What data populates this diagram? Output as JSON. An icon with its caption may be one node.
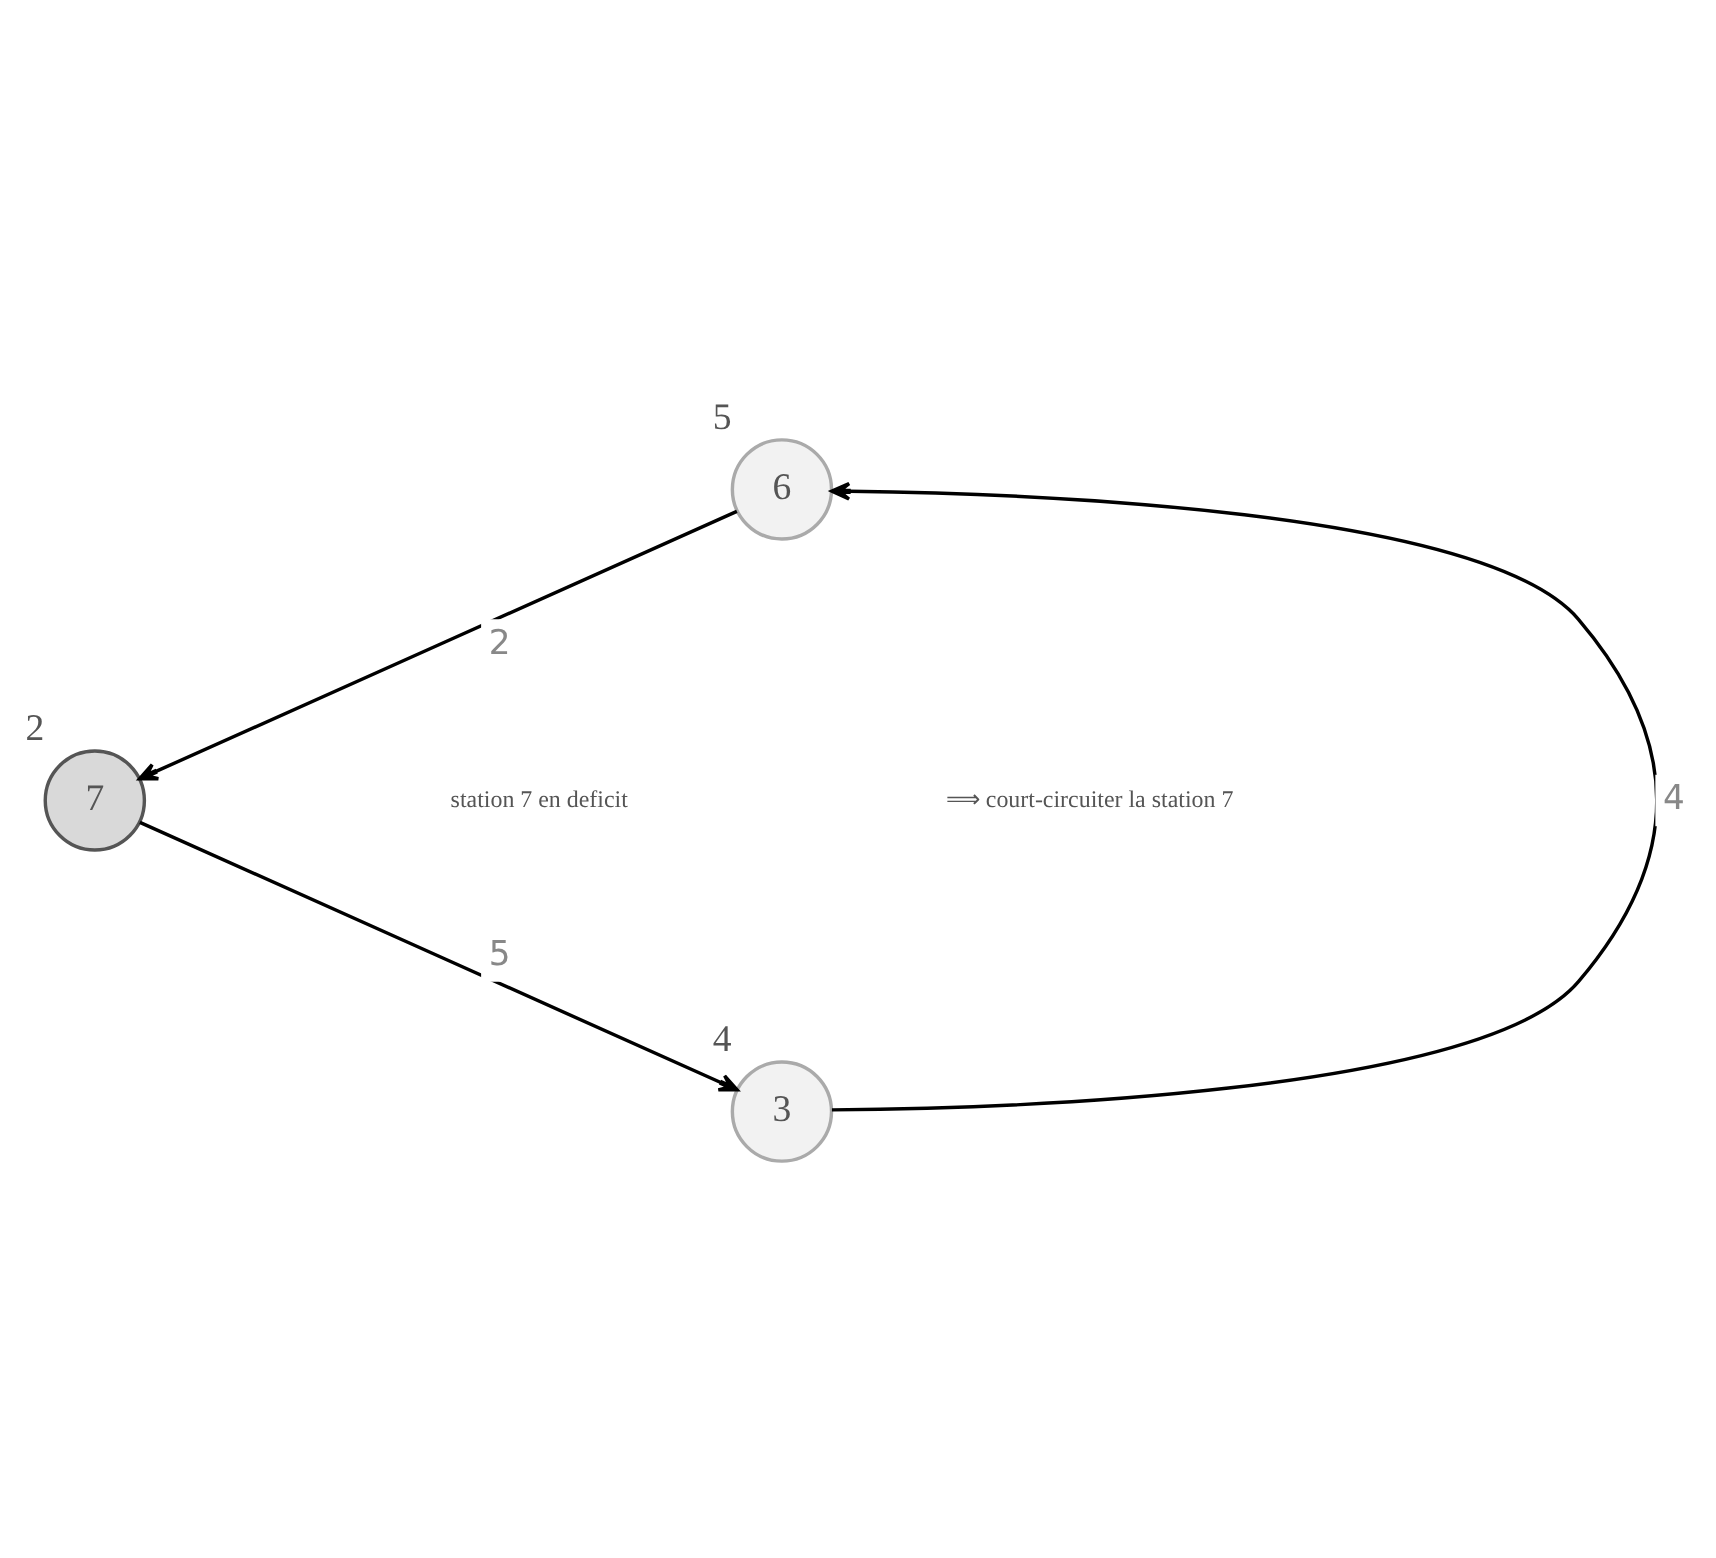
{
  "diagram": {
    "nodes": [
      {
        "text": [
          "7"
        ],
        "beside": [
          "2"
        ]
      },
      {
        "text": [
          "6"
        ],
        "beside": [
          "5"
        ]
      },
      {
        "text": [
          "3"
        ],
        "beside": [
          "4"
        ]
      }
    ],
    "edges": [
      {
        "from": 1,
        "to": 0,
        "arrow": "to",
        "label": "2"
      },
      {
        "from": 0,
        "to": 2,
        "arrow": "to",
        "label": "5"
      },
      {
        "from": 2,
        "to": 1,
        "arrow": "to",
        "label": "4"
      }
    ],
    "labels": [
      "station 7 en deficit",
      "⟹ court-circuiter la station 7"
    ]
  }
}
